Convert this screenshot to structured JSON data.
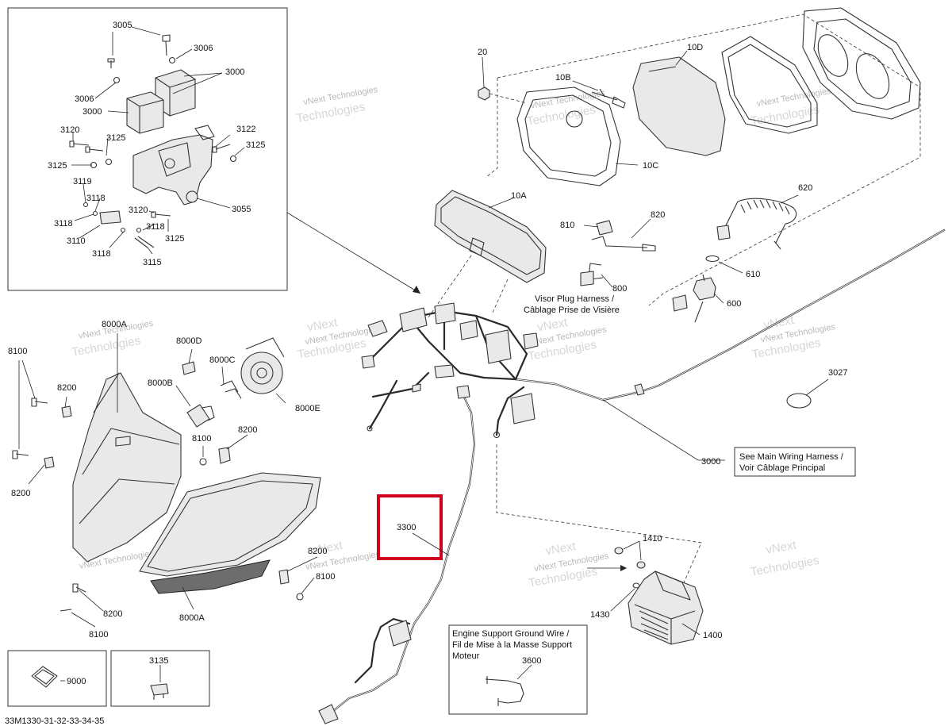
{
  "callouts": [
    {
      "name": "callout-3005-top",
      "text": "3005"
    },
    {
      "name": "callout-3006-top",
      "text": "3006"
    },
    {
      "name": "callout-3000-inset-a",
      "text": "3000"
    },
    {
      "name": "callout-3006-left",
      "text": "3006"
    },
    {
      "name": "callout-3000-inset-b",
      "text": "3000"
    },
    {
      "name": "callout-3120-a",
      "text": "3120"
    },
    {
      "name": "callout-3125-a",
      "text": "3125"
    },
    {
      "name": "callout-3122",
      "text": "3122"
    },
    {
      "name": "callout-3125-b",
      "text": "3125"
    },
    {
      "name": "callout-3125-c",
      "text": "3125"
    },
    {
      "name": "callout-3119",
      "text": "3119"
    },
    {
      "name": "callout-3118-a",
      "text": "3118"
    },
    {
      "name": "callout-3118-b",
      "text": "3118"
    },
    {
      "name": "callout-3110",
      "text": "3110"
    },
    {
      "name": "callout-3120-b",
      "text": "3120"
    },
    {
      "name": "callout-3118-c",
      "text": "3118"
    },
    {
      "name": "callout-3055",
      "text": "3055"
    },
    {
      "name": "callout-3118-d",
      "text": "3118"
    },
    {
      "name": "callout-3125-d",
      "text": "3125"
    },
    {
      "name": "callout-3115",
      "text": "3115"
    },
    {
      "name": "callout-20",
      "text": "20"
    },
    {
      "name": "callout-10d",
      "text": "10D"
    },
    {
      "name": "callout-10b",
      "text": "10B"
    },
    {
      "name": "callout-10c",
      "text": "10C"
    },
    {
      "name": "callout-10a",
      "text": "10A"
    },
    {
      "name": "callout-620",
      "text": "620"
    },
    {
      "name": "callout-810",
      "text": "810"
    },
    {
      "name": "callout-820",
      "text": "820"
    },
    {
      "name": "callout-610",
      "text": "610"
    },
    {
      "name": "callout-800",
      "text": "800"
    },
    {
      "name": "callout-600",
      "text": "600"
    },
    {
      "name": "callout-8000a",
      "text": "8000A"
    },
    {
      "name": "callout-8100-a",
      "text": "8100"
    },
    {
      "name": "callout-8200-a",
      "text": "8200"
    },
    {
      "name": "callout-8000d",
      "text": "8000D"
    },
    {
      "name": "callout-8000c",
      "text": "8000C"
    },
    {
      "name": "callout-8000b",
      "text": "8000B"
    },
    {
      "name": "callout-8000e",
      "text": "8000E"
    },
    {
      "name": "callout-8100-b",
      "text": "8100"
    },
    {
      "name": "callout-8200-b",
      "text": "8200"
    },
    {
      "name": "callout-8200-c",
      "text": "8200"
    },
    {
      "name": "callout-3027",
      "text": "3027"
    },
    {
      "name": "callout-3000-main",
      "text": "3000"
    },
    {
      "name": "callout-3300",
      "text": "3300"
    },
    {
      "name": "callout-1410",
      "text": "1410"
    },
    {
      "name": "callout-8200-d",
      "text": "8200"
    },
    {
      "name": "callout-8100-c",
      "text": "8100"
    },
    {
      "name": "callout-1430",
      "text": "1430"
    },
    {
      "name": "callout-8200-e",
      "text": "8200"
    },
    {
      "name": "callout-8000a-bottom",
      "text": "8000A"
    },
    {
      "name": "callout-1400",
      "text": "1400"
    },
    {
      "name": "callout-8100-d",
      "text": "8100"
    },
    {
      "name": "callout-3135",
      "text": "3135"
    },
    {
      "name": "callout-9000",
      "text": "9000"
    },
    {
      "name": "callout-3600",
      "text": "3600"
    }
  ],
  "notes": {
    "visor_line1": "Visor Plug Harness /",
    "visor_line2": "Câblage Prise de Visière",
    "main_harness_line1": "See Main Wiring Harness /",
    "main_harness_line2": "Voir Câblage Principal",
    "ground_line1": "Engine Support Ground Wire /",
    "ground_line2": "Fil de Mise à la Masse Support",
    "ground_line3": "Moteur"
  },
  "watermark": {
    "line1": "vNext Technologies",
    "line2": "vNext",
    "line3": "Technologies"
  },
  "figure_code": "33M1330-31-32-33-34-35",
  "highlight_color": "#d0021b"
}
